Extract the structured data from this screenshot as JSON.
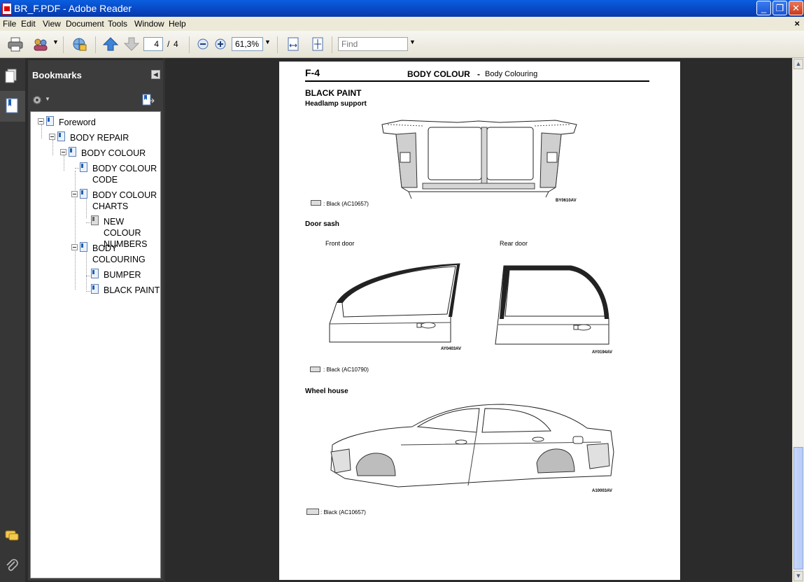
{
  "window": {
    "title": "BR_F.PDF - Adobe Reader",
    "buttons": {
      "minimize": "_",
      "restore": "❐",
      "close": "✕"
    }
  },
  "menubar": {
    "items": [
      "File",
      "Edit",
      "View",
      "Document",
      "Tools",
      "Window",
      "Help"
    ],
    "close_doc": "×"
  },
  "toolbar": {
    "page_current": "4",
    "page_separator": "/",
    "page_total": "4",
    "zoom_value": "61,3%",
    "find_placeholder": "Find"
  },
  "bookmarks_panel": {
    "title": "Bookmarks",
    "items": [
      {
        "label": "Foreword",
        "level": 0
      },
      {
        "label": "BODY REPAIR",
        "level": 1
      },
      {
        "label": "BODY COLOUR",
        "level": 2
      },
      {
        "label": "BODY COLOUR CODE",
        "line1": "BODY COLOUR",
        "line2": "CODE",
        "level": 3
      },
      {
        "label": "BODY COLOUR CHARTS",
        "line1": "BODY COLOUR",
        "line2": "CHARTS",
        "level": 3
      },
      {
        "label": "NEW COLOUR NUMBERS",
        "line1": "NEW COLOUR",
        "line2": "NUMBERS",
        "level": 4
      },
      {
        "label": "BODY COLOURING",
        "line1": "BODY",
        "line2": "COLOURING",
        "level": 3
      },
      {
        "label": "BUMPER",
        "level": 4
      },
      {
        "label": "BLACK PAINT",
        "level": 4
      }
    ]
  },
  "document": {
    "page_number": "F-4",
    "header_bold": "BODY COLOUR",
    "header_dash": "-",
    "header_sub": "Body Colouring",
    "section_title": "BLACK PAINT",
    "headlamp": {
      "caption": "Headlamp support",
      "legend": ": Black (AC10657)",
      "figure_code": "BY0610AV"
    },
    "door_sash": {
      "caption": "Door sash",
      "front_label": "Front door",
      "rear_label": "Rear door",
      "front_code": "AY0403AV",
      "rear_code": "AY0194AV",
      "legend": ": Black (AC10790)"
    },
    "wheel_house": {
      "caption": "Wheel house",
      "figure_code": "A10003AV",
      "legend": ": Black (AC10657)"
    }
  }
}
